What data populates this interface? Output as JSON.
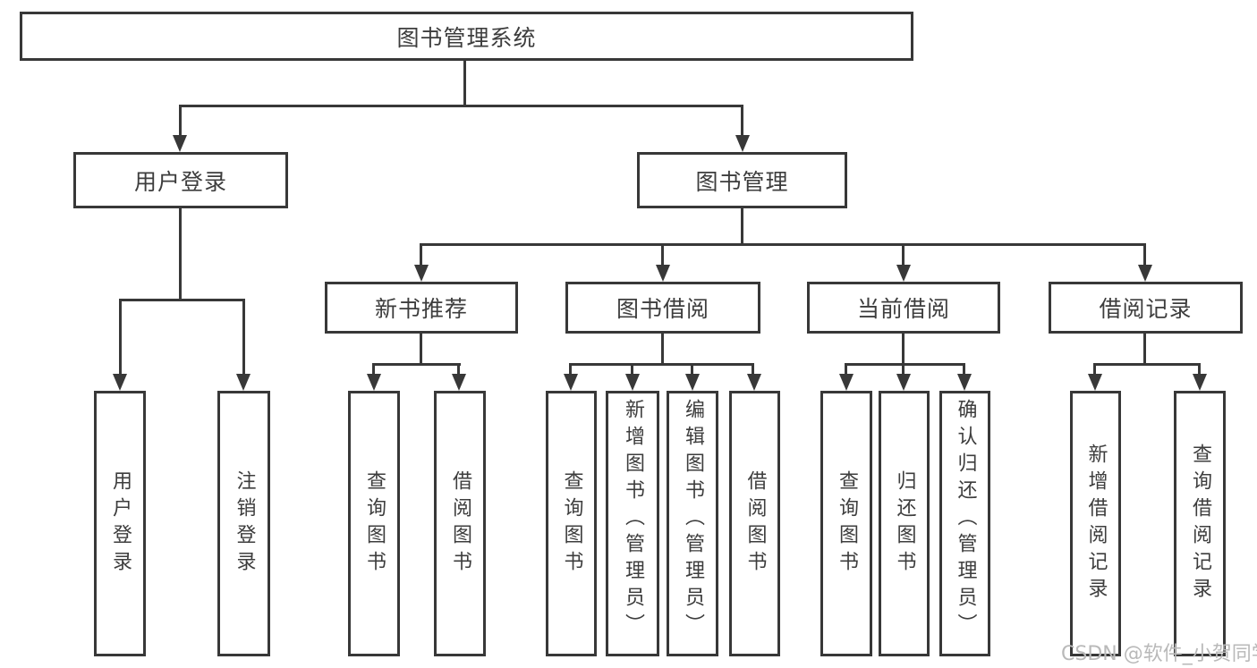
{
  "root": {
    "label": "图书管理系统"
  },
  "level2": {
    "user_login": {
      "label": "用户登录",
      "children": [
        "用户登录",
        "注销登录"
      ]
    },
    "book_mgmt": {
      "label": "图书管理"
    }
  },
  "level3": {
    "new_book": {
      "label": "新书推荐",
      "children": [
        "查询图书",
        "借阅图书"
      ]
    },
    "book_borrow": {
      "label": "图书借阅",
      "children": [
        "查询图书",
        "新增图书（管理员）",
        "编辑图书（管理员）",
        "借阅图书"
      ]
    },
    "current_borrow": {
      "label": "当前借阅",
      "children": [
        "查询图书",
        "归还图书",
        "确认归还（管理员）"
      ]
    },
    "borrow_record": {
      "label": "借阅记录",
      "children": [
        "新增借阅记录",
        "查询借阅记录"
      ]
    }
  },
  "watermark": {
    "text": "CSDN @软件_小贺同学"
  },
  "colors": {
    "line": "#383838",
    "text": "#3d3d3d",
    "watermark": "#b9b9b9",
    "background": "#ffffff"
  }
}
